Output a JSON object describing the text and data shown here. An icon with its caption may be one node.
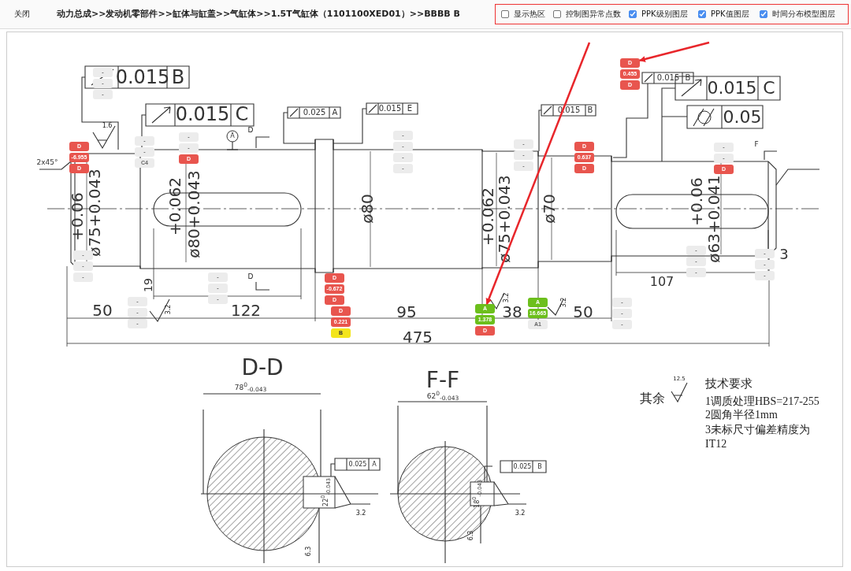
{
  "diagram": {
    "title": "动力总成>>发动机零部件>>缸体与缸盖>>气缸体>>1.5T气缸体（1101100XED01）>>BBBB B",
    "nodes": [
      {
        "text": [
          "D"
        ]
      },
      {
        "text": [
          "0.455"
        ]
      },
      {
        "text": [
          "D"
        ]
      },
      {
        "text": [
          "-"
        ]
      },
      {
        "text": [
          "-"
        ]
      },
      {
        "text": [
          "-"
        ]
      },
      {
        "text": [
          "-"
        ]
      },
      {
        "text": [
          "-"
        ]
      },
      {
        "text": [
          "D"
        ]
      },
      {
        "text": [
          "-"
        ]
      },
      {
        "text": [
          "-"
        ]
      },
      {
        "text": [
          "-"
        ]
      },
      {
        "text": [
          "-"
        ]
      },
      {
        "text": [
          "-"
        ]
      },
      {
        "text": [
          "-"
        ]
      },
      {
        "text": [
          "C4"
        ]
      },
      {
        "text": [
          "-"
        ]
      },
      {
        "text": [
          "-"
        ]
      },
      {
        "text": [
          "-"
        ]
      },
      {
        "text": [
          "D"
        ]
      },
      {
        "text": [
          "0.637"
        ]
      },
      {
        "text": [
          "D"
        ]
      },
      {
        "text": [
          "D"
        ]
      },
      {
        "text": [
          "-6.955"
        ]
      },
      {
        "text": [
          "D"
        ]
      },
      {
        "text": [
          "-"
        ]
      },
      {
        "text": [
          "-"
        ]
      },
      {
        "text": [
          "D"
        ]
      },
      {
        "text": [
          "-"
        ]
      },
      {
        "text": [
          "-"
        ]
      },
      {
        "text": [
          "-"
        ]
      },
      {
        "text": [
          "-"
        ]
      },
      {
        "text": [
          "-"
        ]
      },
      {
        "text": [
          "-"
        ]
      },
      {
        "text": [
          "-"
        ]
      },
      {
        "text": [
          "-"
        ]
      },
      {
        "text": [
          "-"
        ]
      },
      {
        "text": [
          "D"
        ]
      },
      {
        "text": [
          "-0.672"
        ]
      },
      {
        "text": [
          "D"
        ]
      },
      {
        "text": [
          "-"
        ]
      },
      {
        "text": [
          "-"
        ]
      },
      {
        "text": [
          "-"
        ]
      },
      {
        "text": [
          "-"
        ]
      },
      {
        "text": [
          "-"
        ]
      },
      {
        "text": [
          "-"
        ]
      },
      {
        "text": [
          "A"
        ]
      },
      {
        "text": [
          "16.665"
        ]
      },
      {
        "text": [
          "A1"
        ]
      },
      {
        "text": [
          "-"
        ]
      },
      {
        "text": [
          "-"
        ]
      },
      {
        "text": [
          "-"
        ]
      },
      {
        "text": [
          "A"
        ]
      },
      {
        "text": [
          "1.378"
        ]
      },
      {
        "text": [
          "D"
        ]
      },
      {
        "text": [
          "D"
        ]
      },
      {
        "text": [
          "0.221"
        ]
      },
      {
        "text": [
          "B"
        ]
      }
    ],
    "edges": [
      {
        "from": null,
        "to": 0,
        "arrow": "to"
      },
      {
        "from": null,
        "to": 52,
        "arrow": "to"
      }
    ],
    "labels": [
      "关闭",
      "显示热区",
      "控制图异常点数",
      "PPK级别图层",
      "PPK值图层",
      "时间分布模型图层",
      "0.015",
      "B",
      "0.015",
      "C",
      "0.025",
      "A",
      "0.015",
      "E",
      "0.015",
      "B",
      "0.015",
      "B",
      "0.015",
      "C",
      "0.05",
      "1.6",
      "2x45°",
      "A",
      "D",
      "F",
      "+0.06",
      "ø75+0.043",
      "+0.062",
      "ø80+0.043",
      "ø80",
      "+0.062",
      "ø75+0.043",
      "ø70",
      "+0.06",
      "ø63+0.041",
      "D",
      "19",
      "50",
      "3.2",
      "122",
      "95",
      "3.2",
      "38",
      "3.2",
      "50",
      "107",
      "3",
      "475",
      "D-D",
      "F-F",
      "78$^{0}$$_{-0.043}$",
      "62$^{0}$$_{-0.043}$",
      "0.025",
      "A",
      "22$^{0}$$_{-0.043}$",
      "3.2",
      "6.3",
      "0.025",
      "B",
      "18$^{0}$$_{-0.043}$",
      "3.2",
      "6.3",
      "其余",
      "12.5",
      "技术要求",
      "1调质处理HBS=217-255",
      "2圆角半径1mm",
      "3未标尺寸偏差精度为 IT12"
    ]
  }
}
